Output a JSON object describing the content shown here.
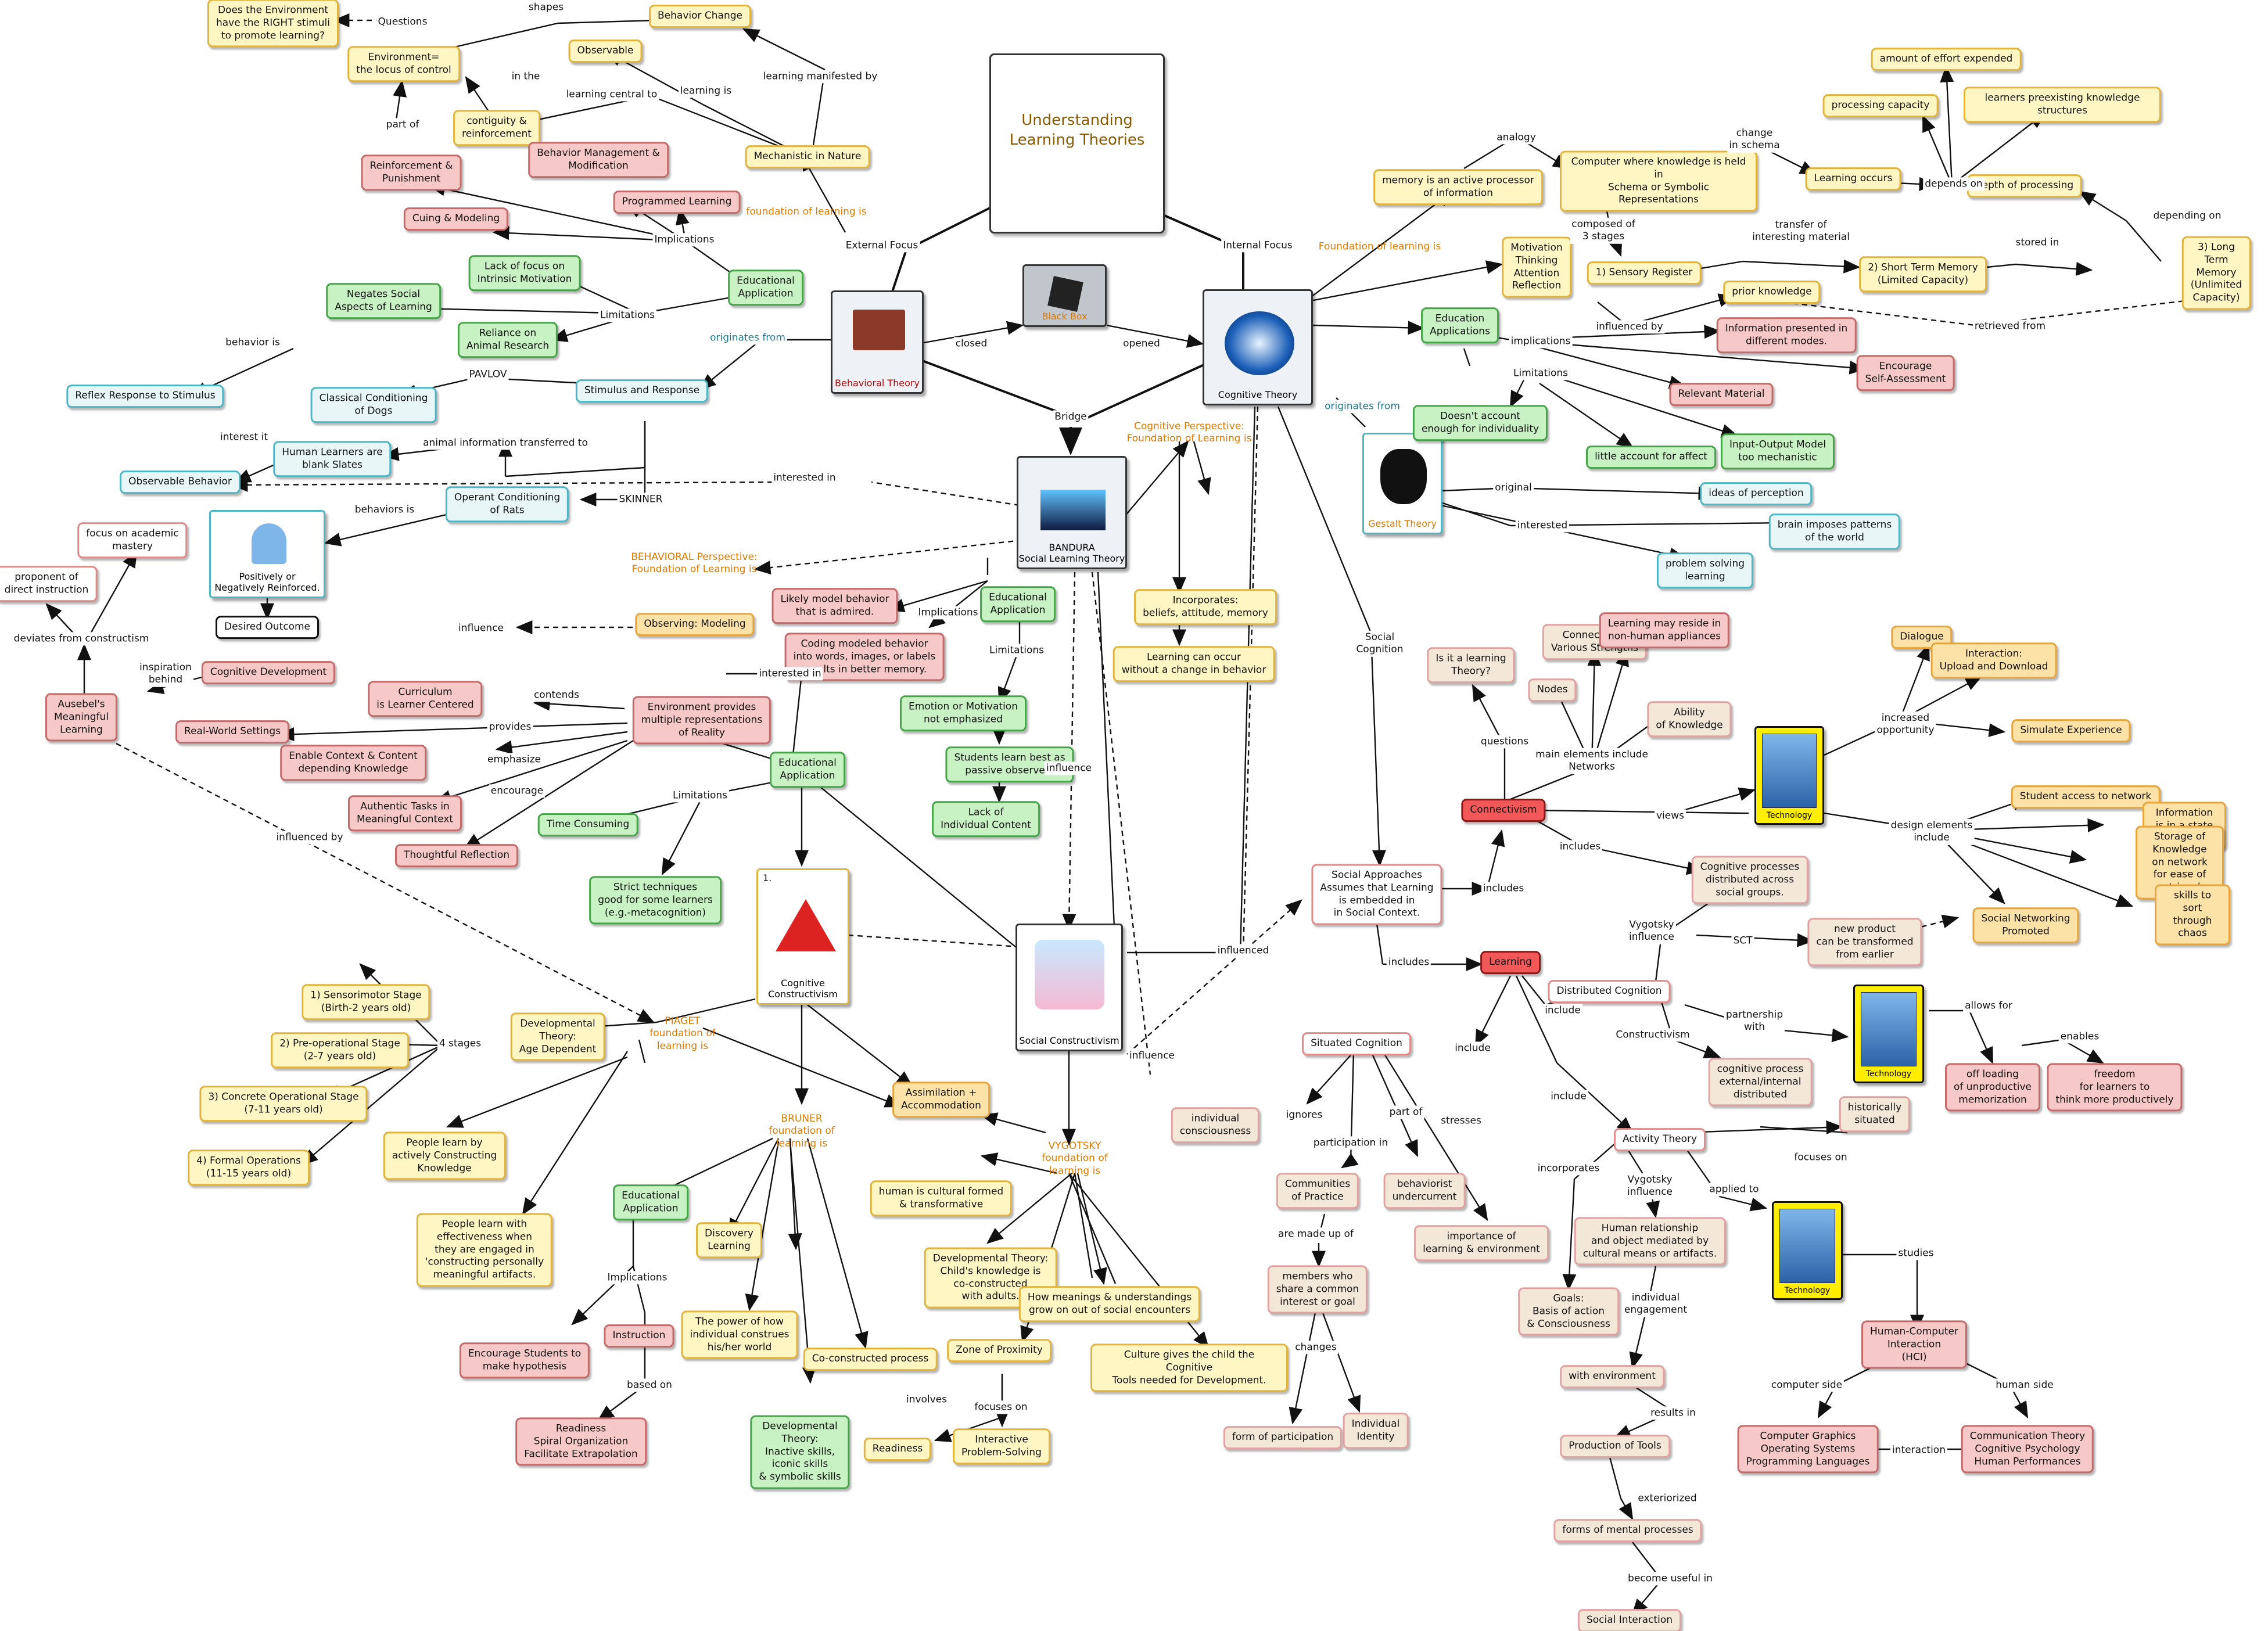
{
  "title": "Understanding\nLearning Theories",
  "branches": {
    "external": "External Focus",
    "internal": "Internal Focus",
    "bridge": "Bridge",
    "closed": "closed",
    "opened": "opened",
    "black_box": "Black Box"
  },
  "core": {
    "behavioral": "Behavioral Theory",
    "cognitive": "Cognitive Theory",
    "social_learning": "BANDURA\nSocial Learning Theory",
    "cognitive_constructivism": "Cognitive\nConstructivism",
    "social_constructivism": "Social Constructivism",
    "gestalt": "Gestalt Theory",
    "positively": "Positively or\nNegatively Reinforced.",
    "constructivism_number": "1."
  },
  "nodes": {
    "does_env": "Does the Environment\nhave the RIGHT stimuli\nto promote learning?",
    "environment": "Environment=\nthe locus of control",
    "behavior_change": "Behavior Change",
    "observable": "Observable",
    "contiguity": "contiguity &\nreinforcement",
    "mechanistic": "Mechanistic in Nature",
    "reinforcement": "Reinforcement &\nPunishment",
    "behavior_mgmt": "Behavior Management &\nModification",
    "programmed": "Programmed Learning",
    "cuing": "Cuing & Modeling",
    "edu_app_b": "Educational\nApplication",
    "lack_focus": "Lack of focus on\nIntrinsic Motivation",
    "negates": "Negates Social\nAspects of Learning",
    "reliance": "Reliance on\nAnimal Research",
    "reflex": "Reflex Response to Stimulus",
    "classical": "Classical Conditioning\nof Dogs",
    "stimulus": "Stimulus and Response",
    "blank_slates": "Human Learners are\nblank Slates",
    "observable_behavior": "Observable Behavior",
    "operant": "Operant Conditioning\nof Rats",
    "desired": "Desired Outcome",
    "focus_academic": "focus on academic\nmastery",
    "proponent": "proponent of\ndirect instruction",
    "ausebel": "Ausebel's\nMeaningful\nLearning",
    "cognitive_dev": "Cognitive Development",
    "curriculum": "Curriculum\nis Learner Centered",
    "real_world": "Real-World Settings",
    "env_multiple": "Environment provides\nmultiple representations\nof Reality",
    "enable_context": "Enable Context & Content\ndepending Knowledge",
    "authentic": "Authentic Tasks in\nMeaningful Context",
    "thoughtful": "Thoughtful Reflection",
    "edu_app_c": "Educational\nApplication",
    "time_consuming": "Time Consuming",
    "strict": "Strict techniques\ngood for some learners\n(e.g.-metacognition)",
    "behav_perspective": "BEHAVIORAL Perspective:\nFoundation of Learning is",
    "observing": "Observing: Modeling",
    "likely_model": "Likely model behavior\nthat is admired.",
    "coding": "Coding modeled behavior\ninto words, images, or labels\nresults in better memory.",
    "edu_app_s": "Educational\nApplication",
    "emotion": "Emotion or Motivation\nnot emphasized",
    "passive": "Students learn best as\npassive observers",
    "lack_individual": "Lack of\nIndividual Content",
    "cog_perspective": "Cognitive Perspective:\nFoundation of Learning is",
    "incorporates": "Incorporates:\nbeliefs, attitude, memory",
    "learning_occur": "Learning can occur\nwithout a change in behavior",
    "sensorimotor": "1) Sensorimotor Stage\n(Birth-2 years old)",
    "preoperational": "2) Pre-operational Stage\n(2-7 years old)",
    "concrete": "3) Concrete Operational Stage\n(7-11 years old)",
    "formal": "4) Formal Operations\n(11-15 years old)",
    "dev_theory_piaget": "Developmental\nTheory:\nAge Dependent",
    "piaget": "PIAGET\nfoundation of\nlearning is",
    "people_learn_constructing": "People learn by\nactively Constructing\nKnowledge",
    "people_effectiveness": "People learn with\neffectiveness when\nthey are engaged in\n'constructing personally\nmeaningful artifacts.",
    "assimilation": "Assimilation +\nAccommodation",
    "bruner": "BRUNER\nfoundation of\nlearning is",
    "edu_app_br": "Educational\nApplication",
    "discovery": "Discovery\nLearning",
    "encourage_hyp": "Encourage Students to\nmake hypothesis",
    "instruction": "Instruction",
    "readiness_spiral": "Readiness\nSpiral Organization\nFacilitate Extrapolation",
    "power_of_how": "The power of how\nindividual construes\nhis/her world",
    "dev_theory_bruner": "Developmental\nTheory:\nInactive skills,\niconic skills\n& symbolic skills",
    "co_constructed": "Co-constructed process",
    "human_cultural": "human is cultural formed\n& transformative",
    "vygotsky": "VYGOTSKY\nfoundation of\nlearning is",
    "dev_theory_vyg": "Developmental Theory:\nChild's knowledge is\nco-constructed\nwith adults.",
    "zone": "Zone of Proximity",
    "readiness": "Readiness",
    "interactive": "Interactive\nProblem-Solving",
    "how_meanings": "How meanings & understandings\ngrow on out of social encounters",
    "culture_gives": "Culture gives the child the Cognitive\nTools needed for Development.",
    "memory_active": "memory is an active processor\nof information",
    "computer_knowledge": "Computer where knowledge is held in\nSchema or Symbolic Representations",
    "motivation": "Motivation\nThinking\nAttention\nReflection",
    "sensory_register": "1) Sensory Register",
    "short_term": "2) Short Term Memory\n(Limited Capacity)",
    "long_term": "3) Long Term Memory\n(Unlimited Capacity)",
    "learning_occurs": "Learning occurs",
    "amount_effort": "amount of effort expended",
    "processing_capacity": "processing capacity",
    "preexisting": "learners preexisting knowledge structures",
    "depth": "depth of processing",
    "prior_knowledge": "prior knowledge",
    "edu_app_cog": "Education\nApplications",
    "info_presented": "Information presented in\ndifferent modes.",
    "encourage_self": "Encourage\nSelf-Assessment",
    "relevant": "Relevant Material",
    "doesnt_account": "Doesn't account\nenough for individuality",
    "little_account": "little account for affect",
    "input_output": "Input-Output Model\ntoo mechanistic",
    "ideas_perception": "ideas of perception",
    "brain_imposes": "brain imposes patterns\nof the world",
    "problem_solving": "problem solving\nlearning",
    "is_it": "Is it a learning\nTheory?",
    "connections": "Connections:\nVarious Strengths",
    "nodes_n": "Nodes",
    "learning_reside": "Learning may reside in\nnon-human appliances",
    "ability": "Ability\nof Knowledge",
    "connectivism": "Connectivism",
    "dialogue": "Dialogue",
    "interaction_ud": "Interaction:\nUpload and Download",
    "simulate": "Simulate Experience",
    "student_access": "Student access to network",
    "flux": "Information is in a state of flux",
    "storage": "Storage of Knowledge\non network for ease of retrieval",
    "skills_sort": "skills to sort through chaos",
    "social_networking": "Social Networking\nPromoted",
    "cog_distributed": "Cognitive processes\ndistributed across\nsocial groups.",
    "new_product": "new product\ncan be transformed\nfrom earlier",
    "social_approaches": "Social Approaches\nAssumes that Learning\nis embedded in\nin Social Context.",
    "learning": "Learning",
    "distributed": "Distributed Cognition",
    "cog_external": "cognitive process\nexternal/internal\ndistributed",
    "off_loading": "off loading\nof unproductive\nmemorization",
    "freedom": "freedom\nfor learners to\nthink more productively",
    "situated": "Situated Cognition",
    "individual_consciousness": "individual\nconsciousness",
    "communities": "Communities\nof Practice",
    "behaviorist_undercurrent": "behaviorist\nundercurrent",
    "importance": "importance of\nlearning & environment",
    "members": "members who\nshare a common\ninterest or goal",
    "form_participation": "form of participation",
    "individual_identity": "Individual\nIdentity",
    "activity": "Activity Theory",
    "historically": "historically\nsituated",
    "human_relationship": "Human relationship\nand object mediated by\ncultural means or artifacts.",
    "goals": "Goals:\nBasis of action\n& Consciousness",
    "with_env": "with environment",
    "production": "Production of Tools",
    "forms_mental": "forms of mental processes",
    "social_interaction": "Social Interaction",
    "hci": "Human-Computer\nInteraction\n(HCI)",
    "computer_graphics": "Computer Graphics\nOperating Systems\nProgramming Languages",
    "communication_theory": "Communication Theory\nCognitive Psychology\nHuman Performances"
  },
  "tech_labels": [
    "Technology",
    "Technology",
    "Technology"
  ],
  "links": {
    "questions": "Questions",
    "shapes": "shapes",
    "in_the": "in the",
    "learning_is": "learning is",
    "learning_central": "learning central to",
    "part_of": "part of",
    "learning_manifested": "learning manifested by",
    "foundation_learning": "foundation of learning is",
    "implications_b": "Implications",
    "limitations_b": "Limitations",
    "originates_b": "originates from",
    "behavior_is": "behavior is",
    "pavlov": "PAVLOV",
    "interest_it": "interest it",
    "animal_info": "animal information transferred to",
    "skinner": "SKINNER",
    "behaviors_is": "behaviors is",
    "interested_in": "interested in",
    "influence": "influence",
    "deviates": "deviates from constructism",
    "inspiration": "inspiration\nbehind",
    "interested_in2": "interested in",
    "contends": "contends",
    "provides": "provides",
    "emphasize": "emphasize",
    "encourage": "encourage",
    "limitations_c": "Limitations",
    "influenced_by": "influenced by",
    "implications_s": "Implications",
    "limitations_s": "Limitations",
    "influence_s": "influence",
    "four_stages": "4 stages",
    "influence_v": "influence",
    "influenced": "influenced",
    "implications_br": "Implications",
    "based_on": "based on",
    "involves": "involves",
    "focuses_on": "focuses on",
    "foundation_cog": "Foundation of learning is",
    "analogy": "analogy",
    "change_schema": "change\nin schema",
    "composed_of": "composed of\n3 stages",
    "transfer": "transfer of\ninteresting material",
    "stored_in": "stored in",
    "depending_on": "depending on",
    "depends_on": "depends on",
    "influenced_by_cog": "influenced by",
    "retrieved_from": "retrieved from",
    "implications_cog": "implications",
    "limitations_cog": "Limitations",
    "originates_cog": "originates from",
    "original": "original",
    "interested": "interested",
    "social_cognition": "Social\nCognition",
    "questions_c": "questions",
    "main_elements": "main elements include\nNetworks",
    "views": "views",
    "includes_c": "includes",
    "increased": "increased\nopportunity",
    "design_elements": "design elements\ninclude",
    "includes_sa": "includes",
    "includes_l": "includes",
    "vygotsky_influence": "Vygotsky\ninfluence",
    "sct": "SCT",
    "include_dc": "include",
    "partnership": "partnership\nwith",
    "allows_for": "allows for",
    "enables": "enables",
    "constructivism": "Constructivism",
    "include_sc": "include",
    "include_at": "include",
    "ignores": "ignores",
    "participation_in": "participation in",
    "part_of_sc": "part of",
    "stresses": "stresses",
    "are_made_up": "are made up of",
    "changes": "changes",
    "incorporates_at": "incorporates",
    "vygotsky_influence2": "Vygotsky\ninfluence",
    "applied_to": "applied to",
    "focuses_on_at": "focuses on",
    "individual_engagement": "individual\nengagement",
    "results_in": "results in",
    "exteriorized": "exteriorized",
    "become_useful": "become useful in",
    "studies": "studies",
    "computer_side": "computer side",
    "human_side": "human side",
    "interaction": "interaction"
  },
  "colors": {
    "yellow_fill": "#fff6c4",
    "green_fill": "#c8f2c3",
    "pink_fill": "#f7c8c8",
    "teal_border": "#4fb6c6",
    "orange_text": "#e07a00",
    "connectivism_red": "#f25858",
    "technology_yellow": "#ffee00"
  }
}
